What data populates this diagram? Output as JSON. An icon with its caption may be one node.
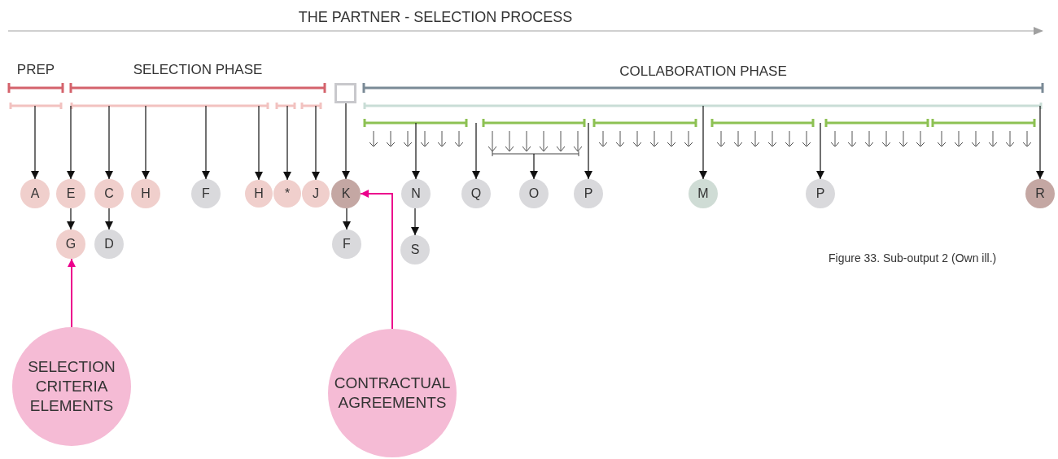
{
  "diagram": {
    "title": "THE PARTNER - SELECTION PROCESS",
    "caption": "Figure 33. Sub-output 2 (Own ill.)",
    "nodes": [
      {
        "text": [
          "PREP"
        ]
      },
      {
        "text": [
          "SELECTION PHASE"
        ]
      },
      {
        "text": [],
        "shape": "box"
      },
      {
        "text": [
          "COLLABORATION PHASE"
        ]
      },
      {
        "text": [],
        "shape": "bar"
      },
      {
        "text": [],
        "shape": "bar"
      },
      {
        "text": [],
        "shape": "bar"
      },
      {
        "text": [],
        "shape": "bar"
      },
      {
        "text": [],
        "shape": "bar"
      },
      {
        "text": [],
        "shape": "bar"
      },
      {
        "text": [],
        "shape": "bar"
      },
      {
        "text": [],
        "shape": "bar"
      },
      {
        "text": [],
        "shape": "bar"
      },
      {
        "text": [],
        "shape": "bar"
      },
      {
        "text": [],
        "shape": "bar"
      },
      {
        "text": [],
        "shape": "bar"
      },
      {
        "text": [
          "A"
        ]
      },
      {
        "text": [
          "E"
        ]
      },
      {
        "text": [
          "C"
        ]
      },
      {
        "text": [
          "H"
        ]
      },
      {
        "text": [
          "F"
        ]
      },
      {
        "text": [
          "H"
        ]
      },
      {
        "text": [
          "*"
        ]
      },
      {
        "text": [
          "J"
        ]
      },
      {
        "text": [
          "K"
        ]
      },
      {
        "text": [
          "N"
        ]
      },
      {
        "text": [
          "Q"
        ]
      },
      {
        "text": [
          "O"
        ]
      },
      {
        "text": [
          "P"
        ]
      },
      {
        "text": [
          "M"
        ]
      },
      {
        "text": [
          "P"
        ]
      },
      {
        "text": [
          "R"
        ]
      },
      {
        "text": [
          "G"
        ]
      },
      {
        "text": [
          "D"
        ]
      },
      {
        "text": [
          "F"
        ]
      },
      {
        "text": [
          "S"
        ]
      },
      {
        "text": [
          "SELECTION CRITERIA ELEMENTS"
        ]
      },
      {
        "text": [
          "CONTRACTUAL AGREEMENTS"
        ]
      }
    ],
    "edges": [
      {
        "from": 4,
        "to": 16,
        "arrow": "to"
      },
      {
        "from": 5,
        "to": 17,
        "arrow": "to"
      },
      {
        "from": 5,
        "to": 18,
        "arrow": "to"
      },
      {
        "from": 5,
        "to": 19,
        "arrow": "to"
      },
      {
        "from": 5,
        "to": 20,
        "arrow": "to"
      },
      {
        "from": 5,
        "to": 21,
        "arrow": "to"
      },
      {
        "from": 6,
        "to": 22,
        "arrow": "to"
      },
      {
        "from": 7,
        "to": 23,
        "arrow": "to"
      },
      {
        "from": 2,
        "to": 24,
        "arrow": "to"
      },
      {
        "from": 9,
        "to": 25,
        "arrow": "to"
      },
      {
        "from": 10,
        "to": 26,
        "arrow": "to"
      },
      {
        "from": 15,
        "to": 27,
        "arrow": "to"
      },
      {
        "from": 10,
        "to": 28,
        "arrow": "to"
      },
      {
        "from": 8,
        "to": 29,
        "arrow": "to"
      },
      {
        "from": 12,
        "to": 30,
        "arrow": "to"
      },
      {
        "from": 8,
        "to": 31,
        "arrow": "to"
      },
      {
        "from": 17,
        "to": 32,
        "arrow": "to"
      },
      {
        "from": 18,
        "to": 33,
        "arrow": "to"
      },
      {
        "from": 24,
        "to": 34,
        "arrow": "to"
      },
      {
        "from": 25,
        "to": 35,
        "arrow": "to"
      },
      {
        "from": 36,
        "to": 32,
        "arrow": "to",
        "color": "#ec008c"
      },
      {
        "from": 37,
        "to": 24,
        "arrow": "to",
        "color": "#ec008c"
      },
      {
        "from": 10,
        "to": 15,
        "arrow": "to"
      },
      {
        "from": 10,
        "to": 15,
        "arrow": "to"
      },
      {
        "from": 10,
        "to": 15,
        "arrow": "to"
      },
      {
        "from": 10,
        "to": 15,
        "arrow": "to"
      },
      {
        "from": 10,
        "to": 15,
        "arrow": "to"
      },
      {
        "from": 10,
        "to": 15,
        "arrow": "to"
      }
    ]
  }
}
